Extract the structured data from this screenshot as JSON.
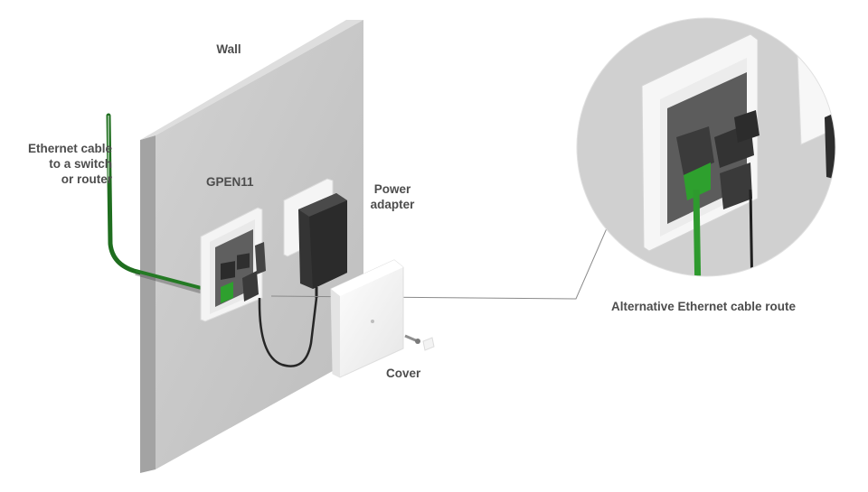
{
  "labels": {
    "wall": "Wall",
    "ethernet_cable": "Ethernet cable\nto a switch\nor router",
    "device": "GPEN11",
    "power_adapter": "Power\nadapter",
    "cover": "Cover",
    "alt_route": "Alternative Ethernet cable route"
  },
  "colors": {
    "wall_front": "#c8c8c8",
    "wall_side": "#9e9e9e",
    "wall_top": "#dcdcdc",
    "cable_green": "#2e9a2e",
    "adapter": "#333333",
    "label_text": "#4d4d4d"
  }
}
